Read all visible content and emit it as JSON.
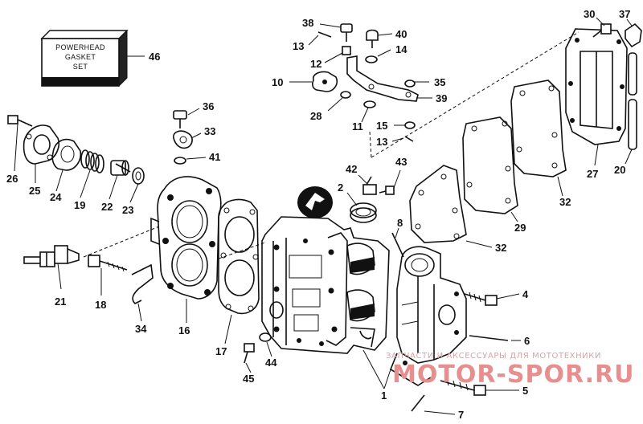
{
  "gasket_set_box": {
    "line1": "POWERHEAD",
    "line2": "GASKET",
    "line3": "SET",
    "ref": "46"
  },
  "callouts": {
    "c1": "1",
    "c2": "2",
    "c4": "4",
    "c5": "5",
    "c6": "6",
    "c7": "7",
    "c8": "8",
    "c10": "10",
    "c11": "11",
    "c12": "12",
    "c13a": "13",
    "c13b": "13",
    "c14": "14",
    "c15": "15",
    "c16": "16",
    "c17": "17",
    "c18": "18",
    "c19": "19",
    "c20": "20",
    "c21": "21",
    "c22": "22",
    "c23": "23",
    "c24": "24",
    "c25": "25",
    "c26": "26",
    "c27": "27",
    "c28": "28",
    "c29": "29",
    "c30": "30",
    "c32a": "32",
    "c32b": "32",
    "c33": "33",
    "c34": "34",
    "c35": "35",
    "c36": "36",
    "c37": "37",
    "c38": "38",
    "c39": "39",
    "c40": "40",
    "c41": "41",
    "c42": "42",
    "c43": "43",
    "c44": "44",
    "c45": "45"
  },
  "watermark": {
    "caption": "ЗАПЧАСТИ И АКСЕССУАРЫ ДЛЯ МОТОТЕХНИКИ",
    "brand": "MOTOR-SPOR.RU",
    "color": "#e78e8e"
  }
}
